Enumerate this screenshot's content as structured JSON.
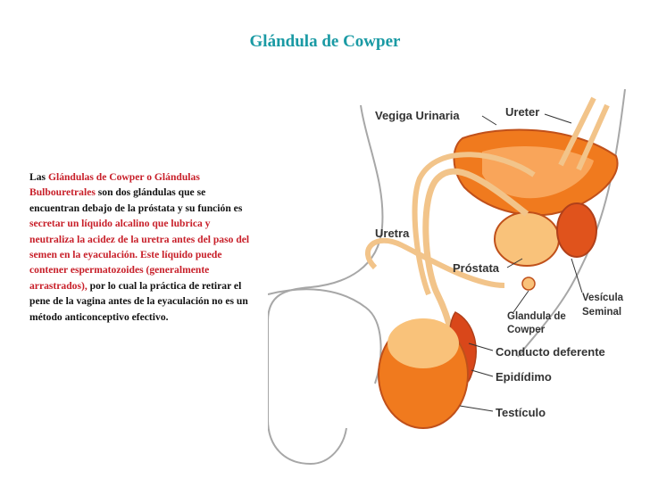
{
  "slide": {
    "title": "Glándula de Cowper"
  },
  "text": {
    "p1": "Las ",
    "p2": "Glándulas de Cowper o Glándulas Bulbouretrales",
    "p3": " son dos glándulas que se encuentran debajo de la próstata y su función es ",
    "p4": "secretar un líquido alcalino que lubrica y neutraliza la acidez de la uretra antes del paso del semen en la eyaculación. Este líquido puede contener espermatozoides (generalmente arrastrados),",
    "p5": " por lo cual la práctica de retirar el pene de la vagina antes de la eyaculación no es un método anticonceptivo efectivo."
  },
  "diagram": {
    "labels": {
      "vejiga": "Vegiga Urinaria",
      "ureter": "Ureter",
      "uretra": "Uretra",
      "prostata": "Próstata",
      "vesicula1": "Vesícula",
      "vesicula2": "Seminal",
      "cowper1": "Glandula de",
      "cowper2": "Cowper",
      "conducto": "Conducto deferente",
      "epididimo": "Epidídimo",
      "testiculo": "Testículo"
    },
    "colors": {
      "organ_orange": "#f07a1e",
      "organ_light": "#f9c27a",
      "organ_red": "#d9471a",
      "duct_tan": "#f2c48a",
      "outline": "#a7a7a7"
    }
  }
}
